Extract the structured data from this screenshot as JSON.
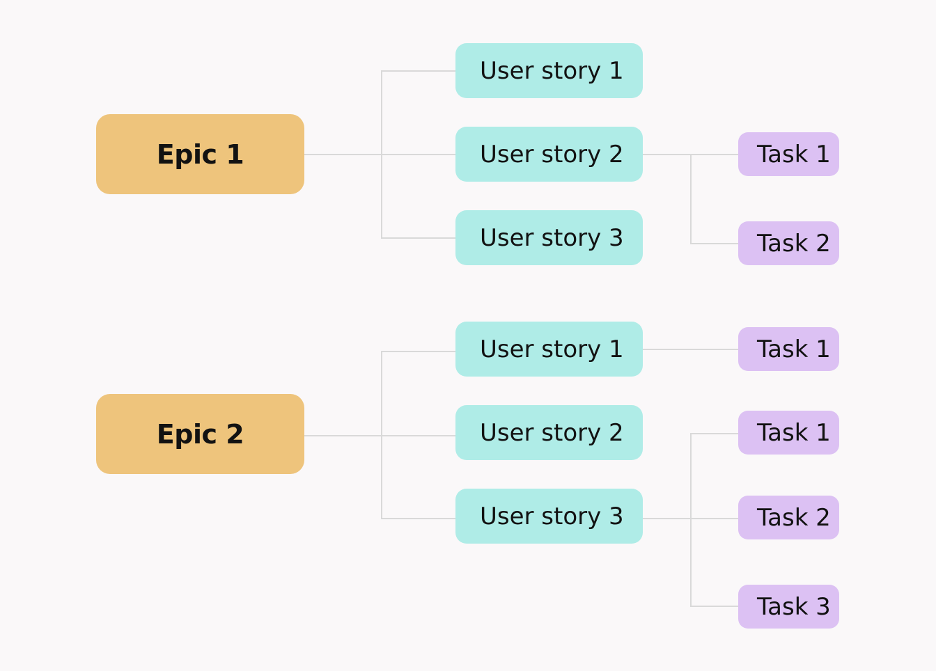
{
  "colors": {
    "background": "#faf8f9",
    "epic": "#eec47c",
    "user_story": "#afece7",
    "task": "#dcc1f3",
    "connector": "#d9d9d9"
  },
  "epics": [
    {
      "label": "Epic 1",
      "user_stories": [
        {
          "label": "User story 1",
          "tasks": []
        },
        {
          "label": "User story 2",
          "tasks": [
            {
              "label": "Task 1"
            },
            {
              "label": "Task 2"
            }
          ]
        },
        {
          "label": "User story 3",
          "tasks": []
        }
      ]
    },
    {
      "label": "Epic 2",
      "user_stories": [
        {
          "label": "User story 1",
          "tasks": [
            {
              "label": "Task 1"
            }
          ]
        },
        {
          "label": "User story 2",
          "tasks": []
        },
        {
          "label": "User story 3",
          "tasks": [
            {
              "label": "Task 1"
            },
            {
              "label": "Task 2"
            },
            {
              "label": "Task 3"
            }
          ]
        }
      ]
    }
  ]
}
